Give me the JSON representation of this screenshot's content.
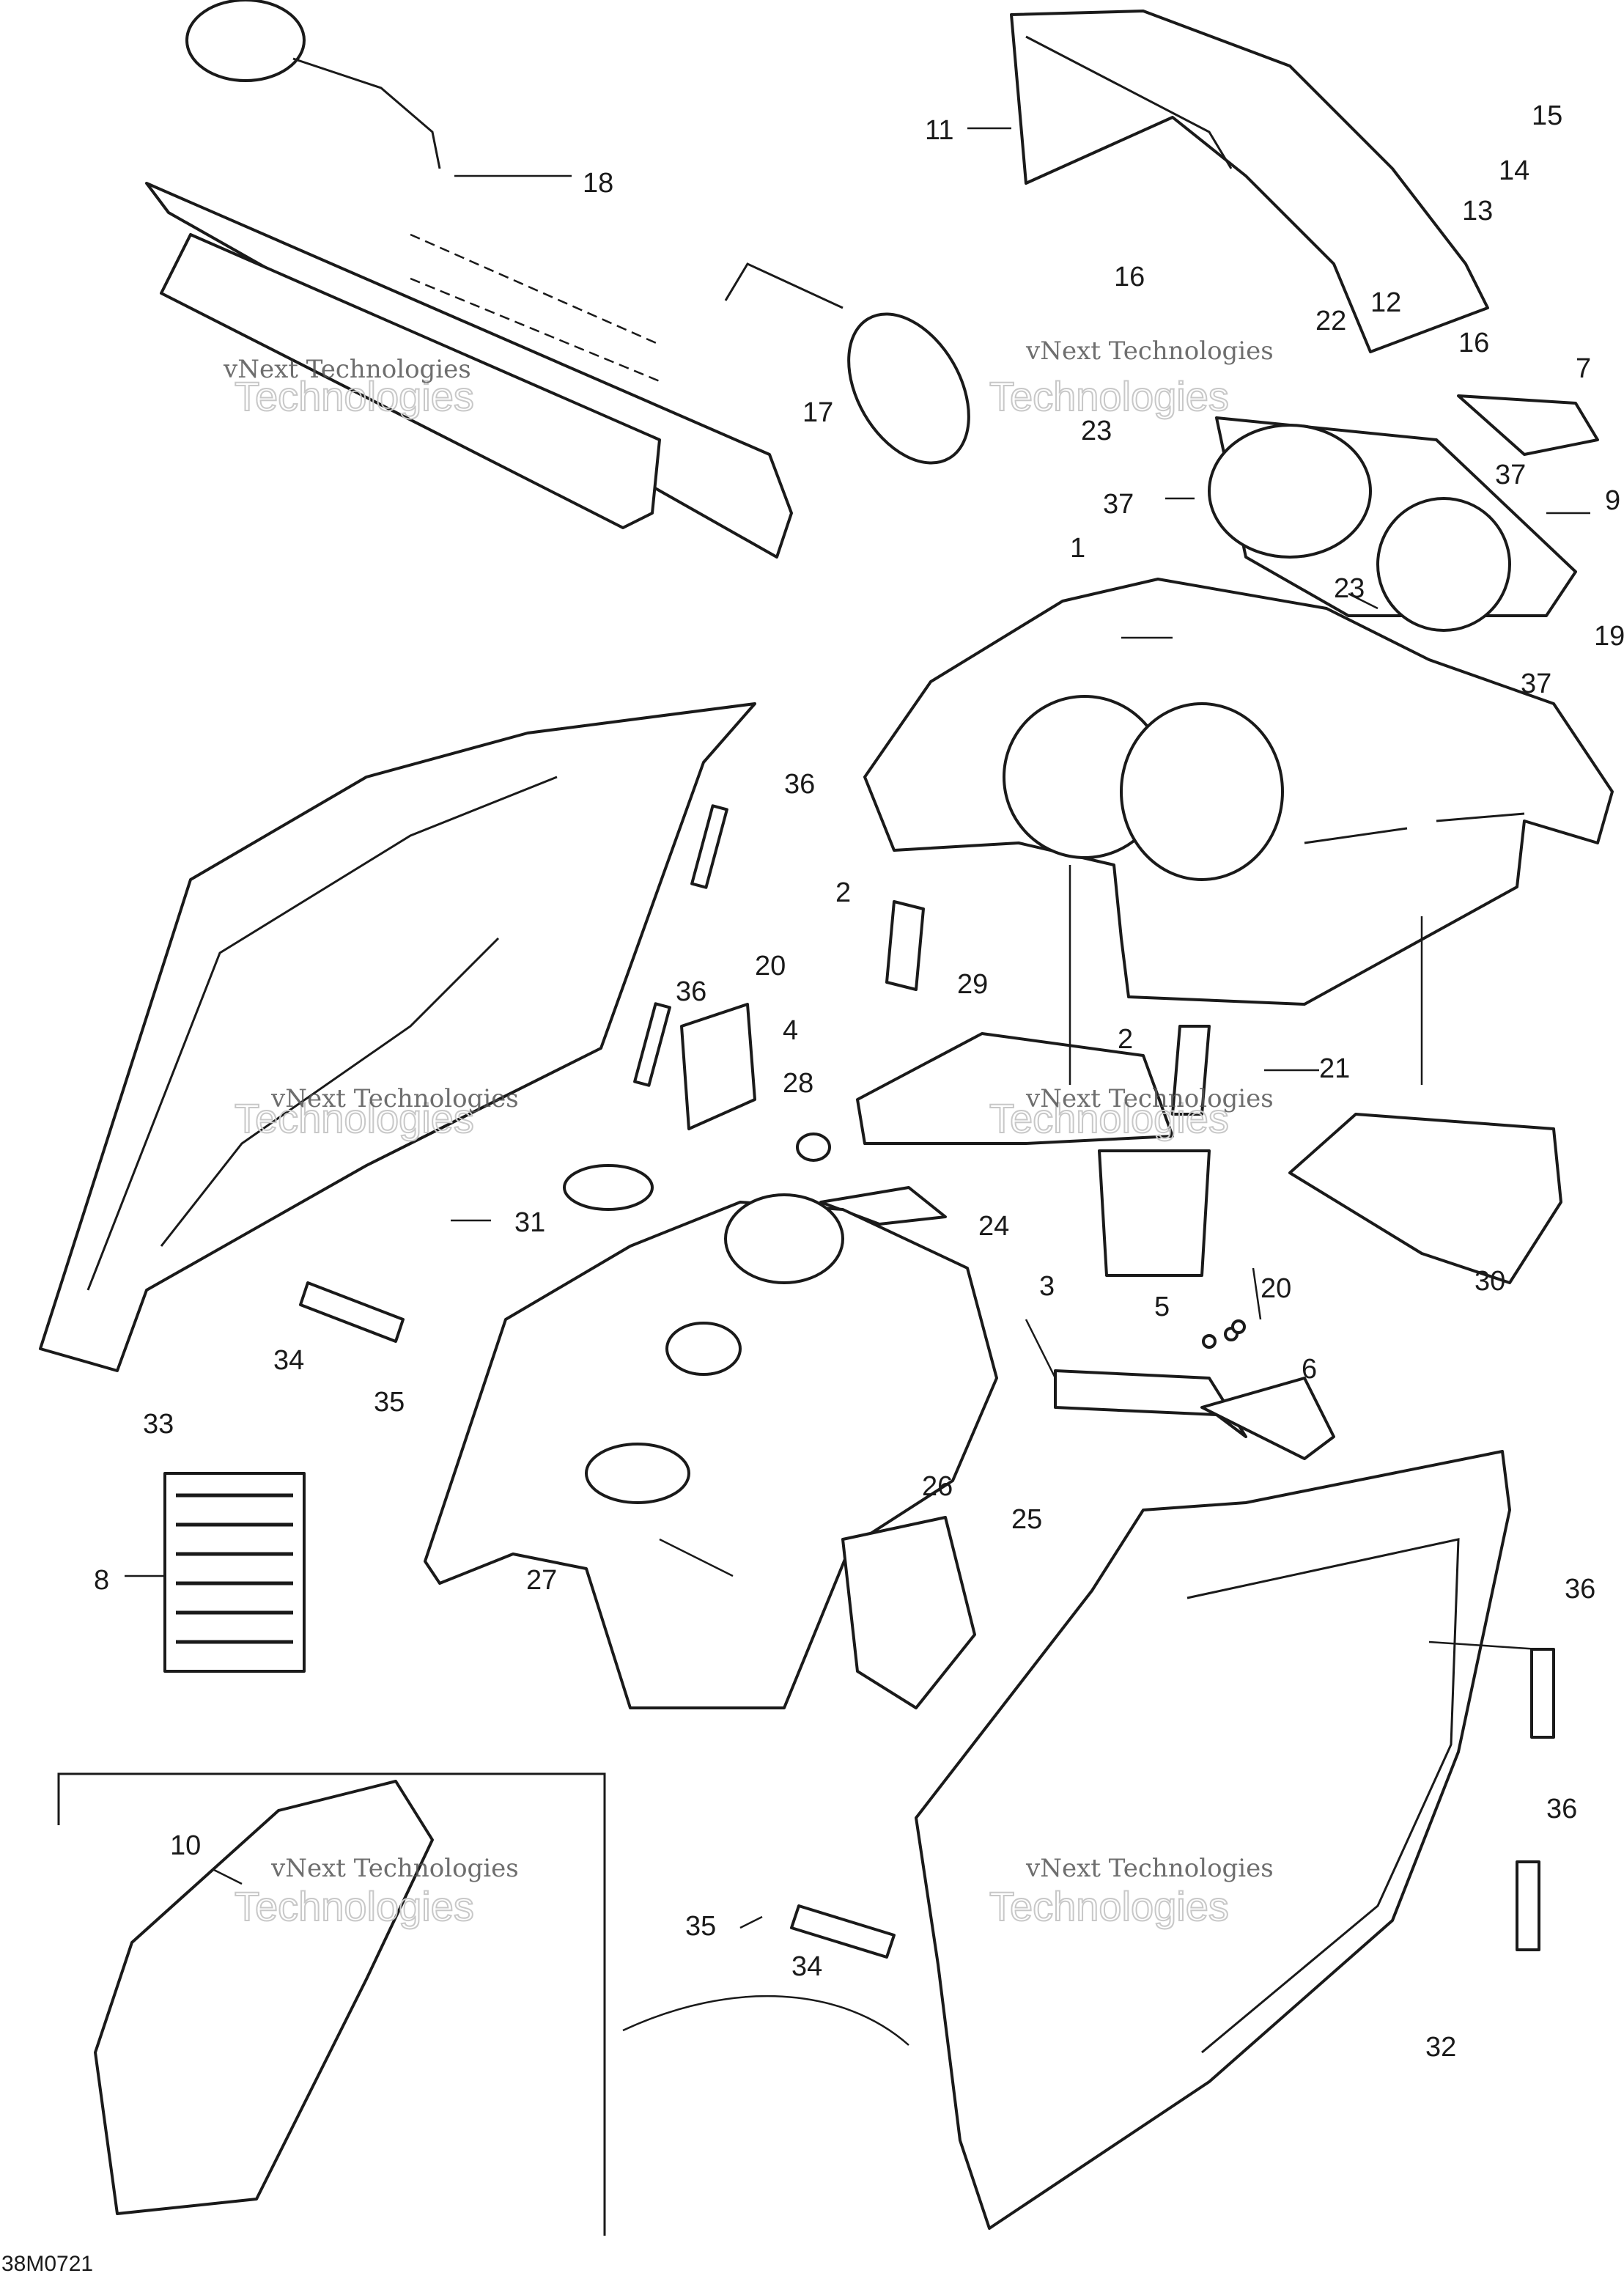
{
  "drawing_code": "38M0721",
  "watermark": {
    "line1": "vNext Technologies",
    "line2": "Technologies"
  },
  "callouts": [
    {
      "id": "c1",
      "text": "1"
    },
    {
      "id": "c2a",
      "text": "2"
    },
    {
      "id": "c2b",
      "text": "2"
    },
    {
      "id": "c3",
      "text": "3"
    },
    {
      "id": "c4",
      "text": "4"
    },
    {
      "id": "c5",
      "text": "5"
    },
    {
      "id": "c6",
      "text": "6"
    },
    {
      "id": "c7",
      "text": "7"
    },
    {
      "id": "c8",
      "text": "8"
    },
    {
      "id": "c9",
      "text": "9"
    },
    {
      "id": "c10",
      "text": "10"
    },
    {
      "id": "c11",
      "text": "11"
    },
    {
      "id": "c12",
      "text": "12"
    },
    {
      "id": "c13",
      "text": "13"
    },
    {
      "id": "c14",
      "text": "14"
    },
    {
      "id": "c15",
      "text": "15"
    },
    {
      "id": "c16a",
      "text": "16"
    },
    {
      "id": "c16b",
      "text": "16"
    },
    {
      "id": "c17",
      "text": "17"
    },
    {
      "id": "c18",
      "text": "18"
    },
    {
      "id": "c19",
      "text": "19"
    },
    {
      "id": "c20a",
      "text": "20"
    },
    {
      "id": "c20b",
      "text": "20"
    },
    {
      "id": "c21",
      "text": "21"
    },
    {
      "id": "c22",
      "text": "22"
    },
    {
      "id": "c23a",
      "text": "23"
    },
    {
      "id": "c23b",
      "text": "23"
    },
    {
      "id": "c24",
      "text": "24"
    },
    {
      "id": "c25",
      "text": "25"
    },
    {
      "id": "c26",
      "text": "26"
    },
    {
      "id": "c27",
      "text": "27"
    },
    {
      "id": "c28",
      "text": "28"
    },
    {
      "id": "c29",
      "text": "29"
    },
    {
      "id": "c30",
      "text": "30"
    },
    {
      "id": "c31",
      "text": "31"
    },
    {
      "id": "c32",
      "text": "32"
    },
    {
      "id": "c33",
      "text": "33"
    },
    {
      "id": "c34a",
      "text": "34"
    },
    {
      "id": "c34b",
      "text": "34"
    },
    {
      "id": "c35a",
      "text": "35"
    },
    {
      "id": "c35b",
      "text": "35"
    },
    {
      "id": "c36a",
      "text": "36"
    },
    {
      "id": "c36b",
      "text": "36"
    },
    {
      "id": "c36c",
      "text": "36"
    },
    {
      "id": "c36d",
      "text": "36"
    },
    {
      "id": "c37a",
      "text": "37"
    },
    {
      "id": "c37b",
      "text": "37"
    },
    {
      "id": "c37c",
      "text": "37"
    }
  ]
}
